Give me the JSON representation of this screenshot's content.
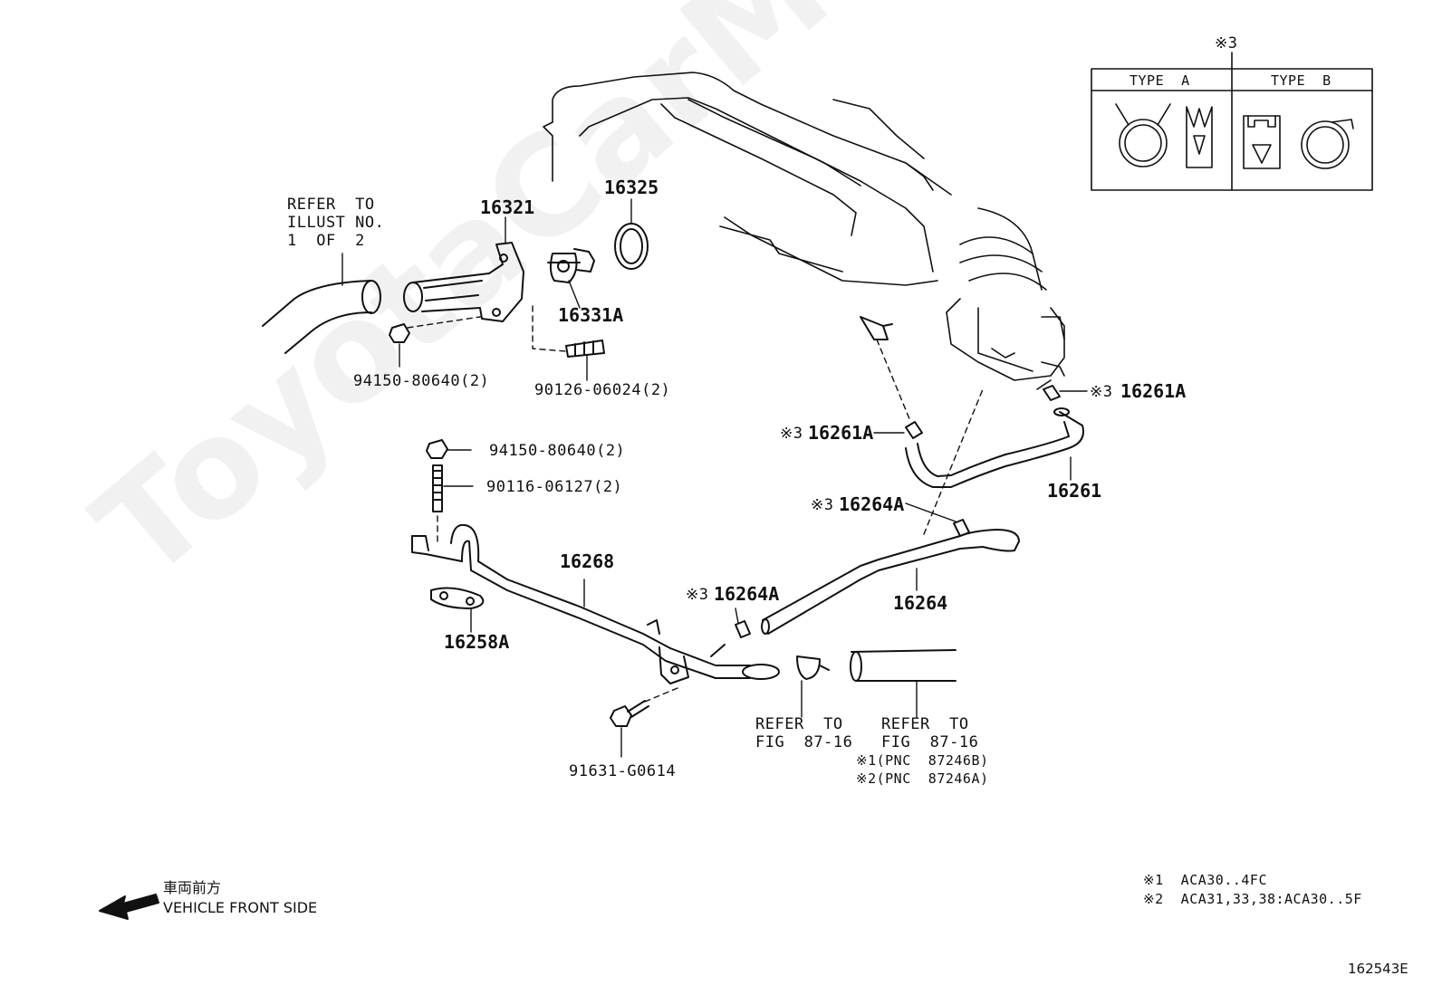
{
  "watermark": "ToyotaCarMine.com",
  "legend_box": {
    "mark": "※3",
    "type_a": "TYPE  A",
    "type_b": "TYPE  B"
  },
  "refer_hose": {
    "line1": "REFER  TO",
    "line2": "ILLUST NO.",
    "line3": "1  OF  2"
  },
  "parts": {
    "p16321": "16321",
    "p16325": "16325",
    "p16331A": "16331A",
    "p94150_top": "94150-80640(2)",
    "p90126": "90126-06024(2)",
    "p94150_mid": "94150-80640(2)",
    "p90116": "90116-06127(2)",
    "p16268": "16268",
    "p16258A": "16258A",
    "p16264A_low": "16264A",
    "p16264A_up": "16264A",
    "p16264": "16264",
    "p16261A_left": "16261A",
    "p16261A_right": "16261A",
    "p16261": "16261",
    "p91631": "91631-G0614"
  },
  "marks": {
    "m3_16261A_left": "※3",
    "m3_16261A_right": "※3",
    "m3_16264A_up": "※3",
    "m3_16264A_low": "※3"
  },
  "refer_fig_left": {
    "line1": "REFER  TO",
    "line2": "FIG  87-16"
  },
  "refer_fig_right": {
    "line1": "REFER  TO",
    "line2": "FIG  87-16",
    "line3": "※1(PNC  87246B)",
    "line4": "※2(PNC  87246A)"
  },
  "front": {
    "jp": "車両前方",
    "en": "VEHICLE FRONT SIDE"
  },
  "notes": {
    "n1": "※1  ACA30..4FC",
    "n2": "※2  ACA31,33,38:ACA30..5F"
  },
  "fig_id": "162543E"
}
